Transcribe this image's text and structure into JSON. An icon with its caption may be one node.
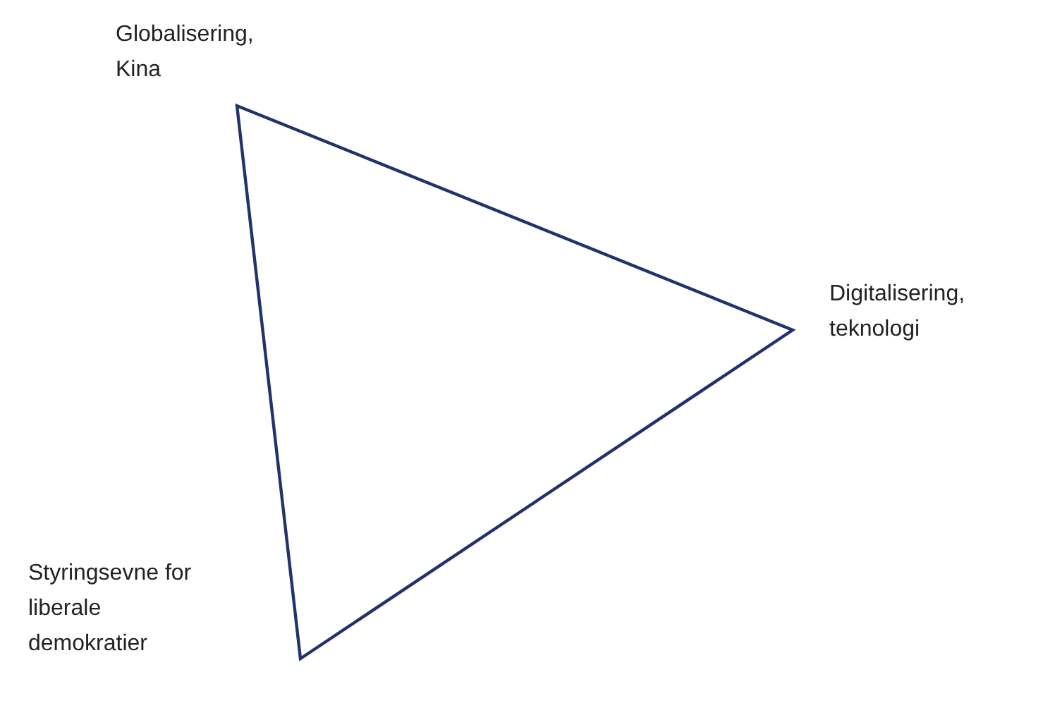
{
  "diagram": {
    "labels": [
      "Globalisering, Kina",
      "Digitalisering, teknologi",
      "Styringsevne for liberale demokratier"
    ]
  }
}
